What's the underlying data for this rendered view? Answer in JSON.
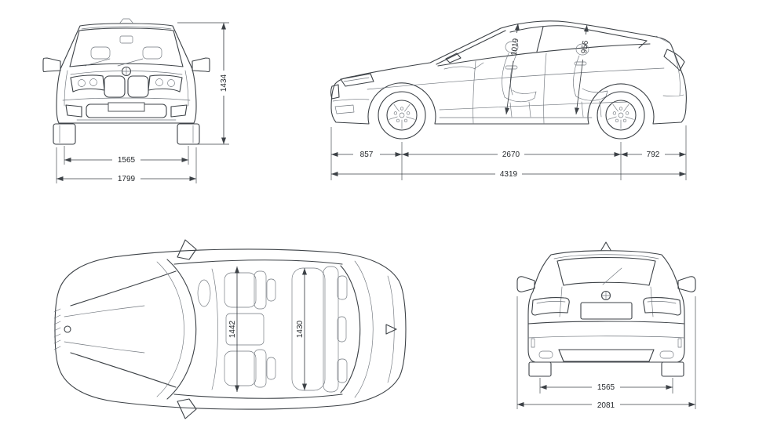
{
  "page": {
    "background": "#ffffff",
    "line_color": "#3d4247"
  },
  "views": {
    "front": {
      "height": "1434",
      "track": "1565",
      "width": "1799"
    },
    "side": {
      "headroom_front": "1019",
      "headroom_rear": "956",
      "overhang_front": "857",
      "wheelbase": "2670",
      "overhang_rear": "792",
      "length": "4319"
    },
    "top": {
      "cabin_width_front": "1442",
      "cabin_width_rear": "1430"
    },
    "rear": {
      "track": "1565",
      "width_incl_mirrors": "2081"
    }
  }
}
